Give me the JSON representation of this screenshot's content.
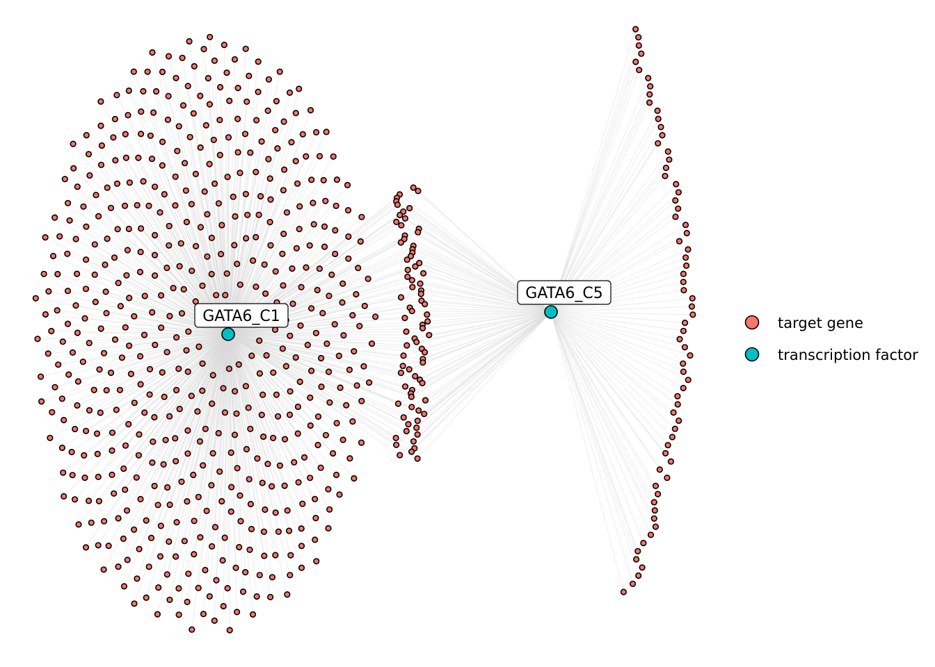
{
  "graph": {
    "colors": {
      "target_gene": "#F8766D",
      "transcription_factor": "#00BFC4",
      "edge": "#d9d9d9"
    },
    "transcription_factors": [
      {
        "id": "GATA6_C1",
        "label": "GATA6_C1"
      },
      {
        "id": "GATA6_C5",
        "label": "GATA6_C5"
      }
    ],
    "clusters": [
      {
        "tf": "GATA6_C1",
        "shape": "ellipse",
        "approx_targets": 560
      },
      {
        "tf": "both",
        "shape": "strip",
        "approx_targets": 80
      },
      {
        "tf": "GATA6_C5",
        "shape": "arc",
        "approx_targets": 70
      }
    ]
  },
  "legend": {
    "items": [
      {
        "label": "target gene",
        "color": "#F8766D",
        "icon": "circle-marker-icon"
      },
      {
        "label": "transcription factor",
        "color": "#00BFC4",
        "icon": "circle-marker-icon"
      }
    ]
  }
}
